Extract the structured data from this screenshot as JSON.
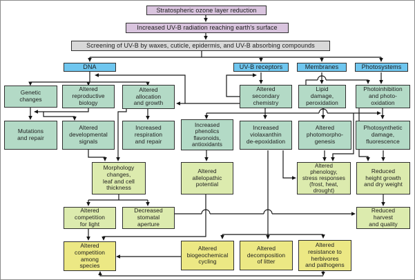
{
  "palette": {
    "top_boxes": "#d9c4de",
    "screening_box": "#d8d8d8",
    "target_boxes": "#6fc6ef",
    "primary_effect_boxes": "#b3dac6",
    "secondary_effect_boxes": "#dcebae",
    "ecosystem_effect_boxes": "#ece884",
    "line_color": "#161616"
  },
  "nodes": [
    {
      "id": "ozone-reduction",
      "label": "Stratospheric ozone layer reduction"
    },
    {
      "id": "uvb-radiation",
      "label": "Increased UV-B radiation reaching earth's surface"
    },
    {
      "id": "screening",
      "label": "Screening of UV-B by waxes, cuticle, epidermis, and UV-B absorbing compounds"
    },
    {
      "id": "dna",
      "label": "DNA"
    },
    {
      "id": "uvb-receptors",
      "label": "UV-B receptors"
    },
    {
      "id": "membranes",
      "label": "Membranes"
    },
    {
      "id": "photosystems",
      "label": "Photosystems"
    },
    {
      "id": "genetic-changes",
      "label": "Genetic\nchanges"
    },
    {
      "id": "reproductive-biology",
      "label": "Altered\nreproductive\nbiology"
    },
    {
      "id": "allocation-growth",
      "label": "Altered\nallocation\nand growth"
    },
    {
      "id": "secondary-chemistry",
      "label": "Altered\nsecondary\nchemistry"
    },
    {
      "id": "lipid-damage",
      "label": "Lipid\ndamage,\nperoxidation"
    },
    {
      "id": "photoinhibition",
      "label": "Photoinhibition\nand photo-\noxidation"
    },
    {
      "id": "mutations-repair",
      "label": "Mutations\nand repair"
    },
    {
      "id": "developmental-signals",
      "label": "Altered\ndevelopmental\nsignals"
    },
    {
      "id": "respiration-repair",
      "label": "Increased\nrespiration\nand repair"
    },
    {
      "id": "phenolics",
      "label": "Increased\nphenolics\nflavonoids,\nantioxidants"
    },
    {
      "id": "violaxanthin",
      "label": "Increased\nviolaxanthin\nde-epoxidation"
    },
    {
      "id": "photomorphogenesis",
      "label": "Altered\nphotomorpho-\ngenesis"
    },
    {
      "id": "photosynthetic-damage",
      "label": "Photosynthetic\ndamage,\nfluorescence"
    },
    {
      "id": "morphology-changes",
      "label": "Morphology\nchanges,\nleaf and cell\nthickness"
    },
    {
      "id": "allelopathic-potential",
      "label": "Altered\nallelopathic\npotential"
    },
    {
      "id": "phenology-stress",
      "label": "Altered\nphenology,\nstress responses\n(frost, heat,\ndrought)"
    },
    {
      "id": "height-growth",
      "label": "Reduced\nheight growth\nand dry weight"
    },
    {
      "id": "competition-light",
      "label": "Altered\ncompetition\nfor light"
    },
    {
      "id": "stomatal-aperture",
      "label": "Decreased\nstomatal\naperture"
    },
    {
      "id": "harvest-quality",
      "label": "Reduced\nharvest\nand quality"
    },
    {
      "id": "competition-species",
      "label": "Altered\ncompetition\namong\nspecies"
    },
    {
      "id": "biogeochemical-cycling",
      "label": "Altered\nbiogeochemical\ncycling"
    },
    {
      "id": "decomposition-litter",
      "label": "Altered\ndecomposition\nof litter"
    },
    {
      "id": "resistance-herbivores",
      "label": "Altered\nresistance to\nherbivores\nand pathogens"
    }
  ]
}
